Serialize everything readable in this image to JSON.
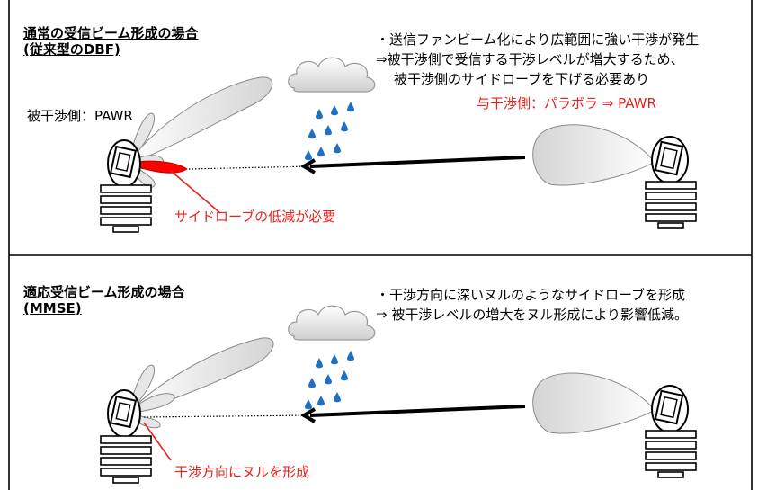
{
  "top": {
    "heading_line1": "通常の受信ビーム形成の場合",
    "heading_line2": "(従来型のDBF)",
    "note_line1": "・送信ファンビーム化により広範囲に強い干渉が発生",
    "note_line2": "⇒被干渉側で受信する干渉レベルが増大するため、",
    "note_line3": "被干渉側のサイドローブを下げる必要あり",
    "victim_label": "被干渉側：PAWR",
    "interferer_label": "与干渉側：パラボラ ⇒ PAWR",
    "callout": "サイドローブの低減が必要"
  },
  "bottom": {
    "heading_line1": "適応受信ビーム形成の場合",
    "heading_line2": "(MMSE)",
    "note_line1": "・干渉方向に深いヌルのようなサイドローブを形成",
    "note_line2": "⇒ 被干渉レベルの増大をヌル形成により影響低減。",
    "callout": "干渉方向にヌルを形成"
  },
  "colors": {
    "callout": "#e8211e",
    "rain": "#1f6fc4",
    "beam_fill": "#e8e8e8",
    "sidelobe_red": "#ff0000"
  },
  "icons": [
    "radar-icon",
    "cloud-icon",
    "raindrop-icon",
    "arrow-icon",
    "beam-lobe-icon"
  ]
}
